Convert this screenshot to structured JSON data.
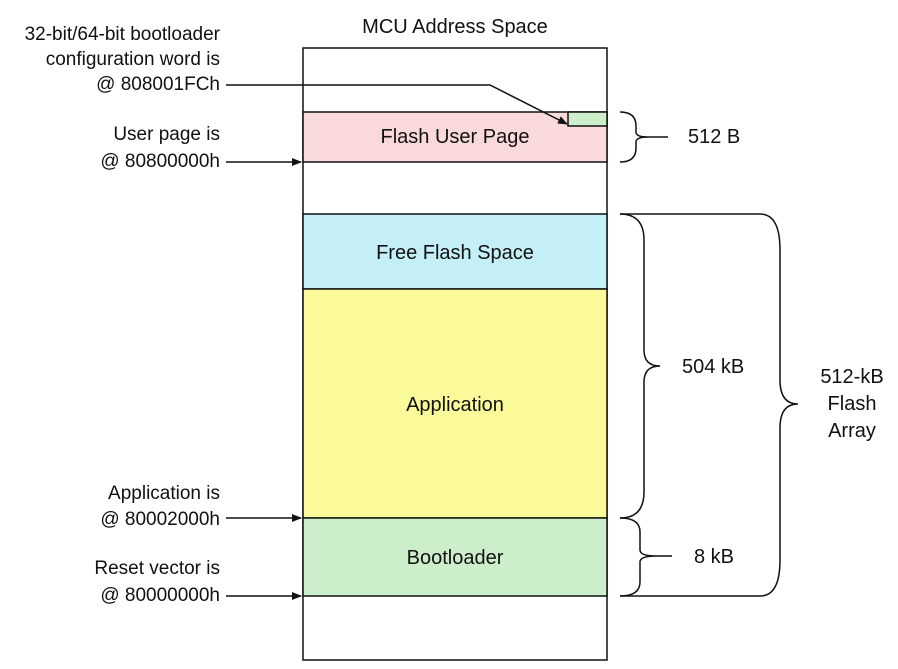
{
  "title": "MCU Address Space",
  "regions": [
    {
      "label": "Flash User Page",
      "color": "#f9d9d9"
    },
    {
      "label": "Free Flash Space",
      "color": "#c4eff6"
    },
    {
      "label": "Application",
      "color": "#fafa9a"
    },
    {
      "label": "Bootloader",
      "color": "#cdeecb"
    }
  ],
  "config_word_color": "#cdeecb",
  "annotations": {
    "config_word": [
      "32-bit/64-bit bootloader",
      "configuration word is",
      "@ 808001FCh"
    ],
    "user_page": [
      "User page is",
      "@ 80800000h"
    ],
    "application": [
      "Application is",
      "@ 80002000h"
    ],
    "reset_vector": [
      "Reset vector is",
      "@ 80000000h"
    ]
  },
  "sizes": {
    "user_page": "512 B",
    "application_free": "504 kB",
    "bootloader": "8 kB",
    "flash_array": [
      "512-kB",
      "Flash",
      "Array"
    ]
  }
}
